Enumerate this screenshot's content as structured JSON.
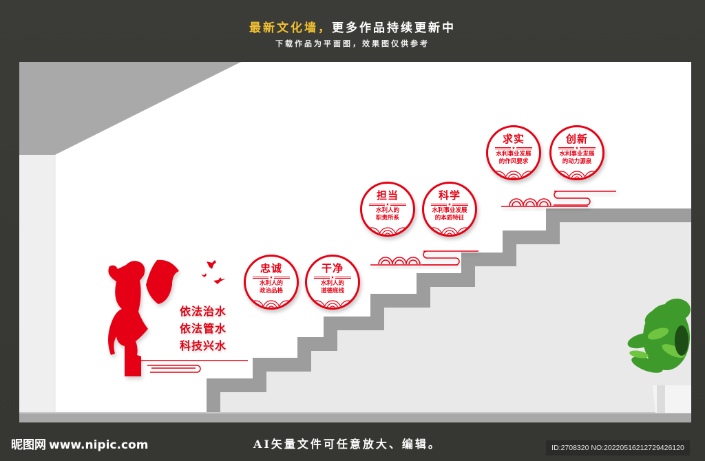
{
  "banner": {
    "headline_accent": "最新文化墙，",
    "headline_rest": "更多作品持续更新中",
    "subline": "下载作品为平面图，效果图仅供参考"
  },
  "scene": {
    "colors": {
      "wall": "#ffffff",
      "ceiling": "#a9a9a9",
      "side_wall": "#efefef",
      "stair_band": "#9b9b9b",
      "stair_fill": "#e8e8e8",
      "floor": "#a5a5a5",
      "red": "#e60012"
    },
    "slogan": {
      "lines": [
        "依法治水",
        "依法管水",
        "科技兴水"
      ]
    },
    "badges": [
      {
        "title": "忠诚",
        "line1": "水利人的",
        "line2": "政治品格"
      },
      {
        "title": "干净",
        "line1": "水利人的",
        "line2": "道德底线"
      },
      {
        "title": "担当",
        "line1": "水利人的",
        "line2": "职责所系"
      },
      {
        "title": "科学",
        "line1": "水利事业发展",
        "line2": "的本质特征"
      },
      {
        "title": "求实",
        "line1": "水利事业发展",
        "line2": "的作风要求"
      },
      {
        "title": "创新",
        "line1": "水利事业发展",
        "line2": "的动力源泉"
      }
    ],
    "badge_star": "★",
    "icons": [
      "huabiao-pillar-icon",
      "birds-icon",
      "cloud-scroll-icon",
      "potted-plant-icon"
    ]
  },
  "footer": {
    "site_cn": "昵图网",
    "site_url": "www.nipic.com",
    "note": "AI矢量文件可任意放大、编辑。",
    "id_text": "ID:2708320 NO:20220516212729426120"
  }
}
